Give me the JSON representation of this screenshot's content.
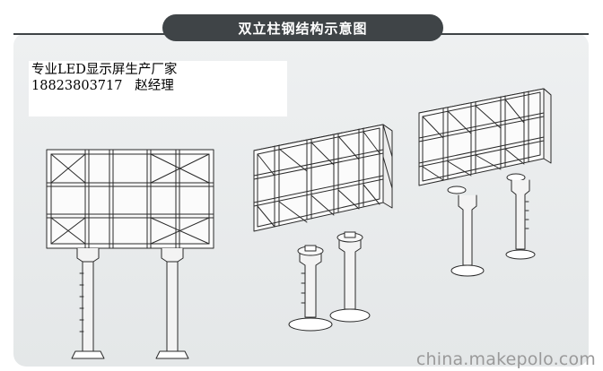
{
  "header": {
    "title": "双立柱钢结构示意图"
  },
  "contact": {
    "line1": "专业LED显示屏生产厂家",
    "line2": "18823803717   赵经理"
  },
  "watermark": {
    "text": "china.makepolo.com"
  },
  "figures": [
    {
      "name": "front-view-board",
      "view": "front"
    },
    {
      "name": "perspective-board-left",
      "view": "perspective"
    },
    {
      "name": "perspective-board-right",
      "view": "perspective-rear"
    }
  ],
  "colors": {
    "frame_bg": "#e6e9ea",
    "title_bg": "#3f4447",
    "line": "#2a2a2a"
  }
}
